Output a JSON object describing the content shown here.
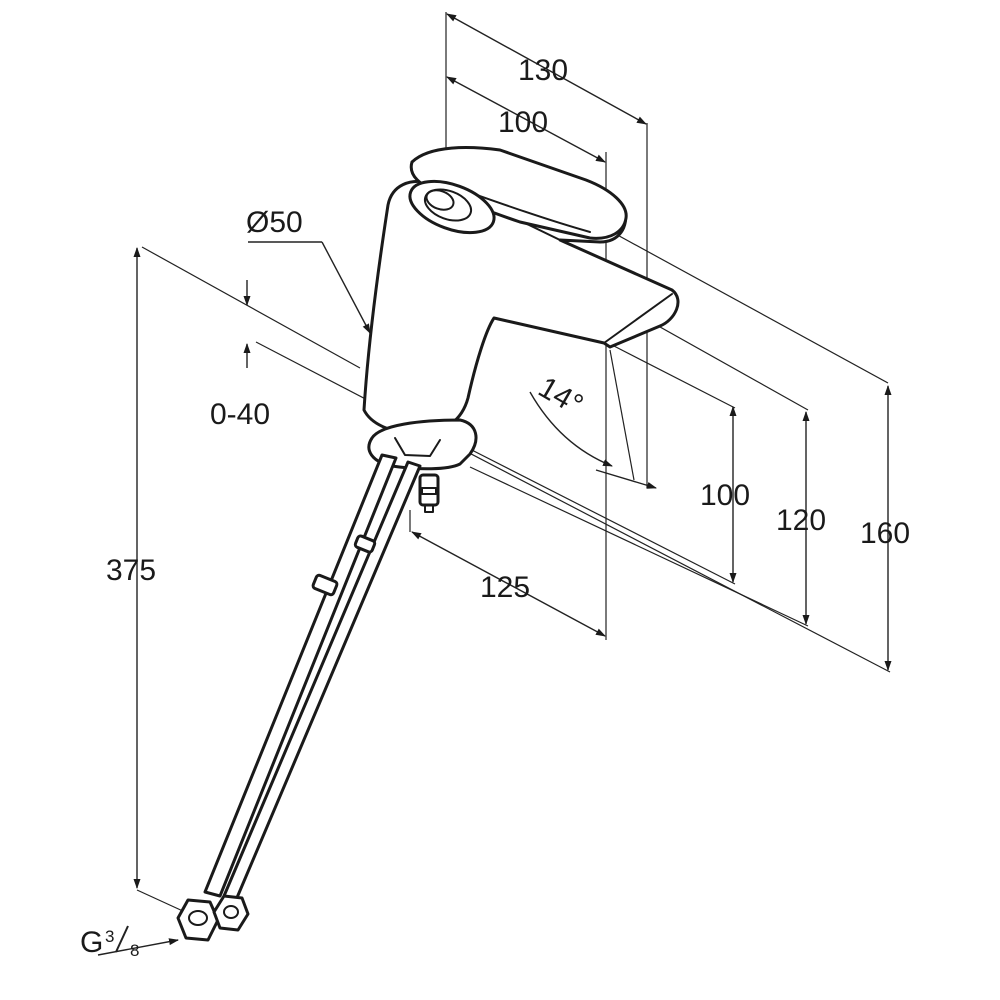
{
  "dimensions": {
    "total_length": "130",
    "spout_length": "100",
    "body_diameter": "Ø50",
    "deck_thickness": "0-40",
    "hose_length": "375",
    "spout_angle": "14°",
    "spout_height": "100",
    "lever_height": "120",
    "total_height": "160",
    "projection": "125",
    "connection_thread_main": "G",
    "connection_thread_num": "3",
    "connection_thread_den": "8"
  },
  "colors": {
    "line": "#1a1a1a",
    "background": "#ffffff"
  }
}
